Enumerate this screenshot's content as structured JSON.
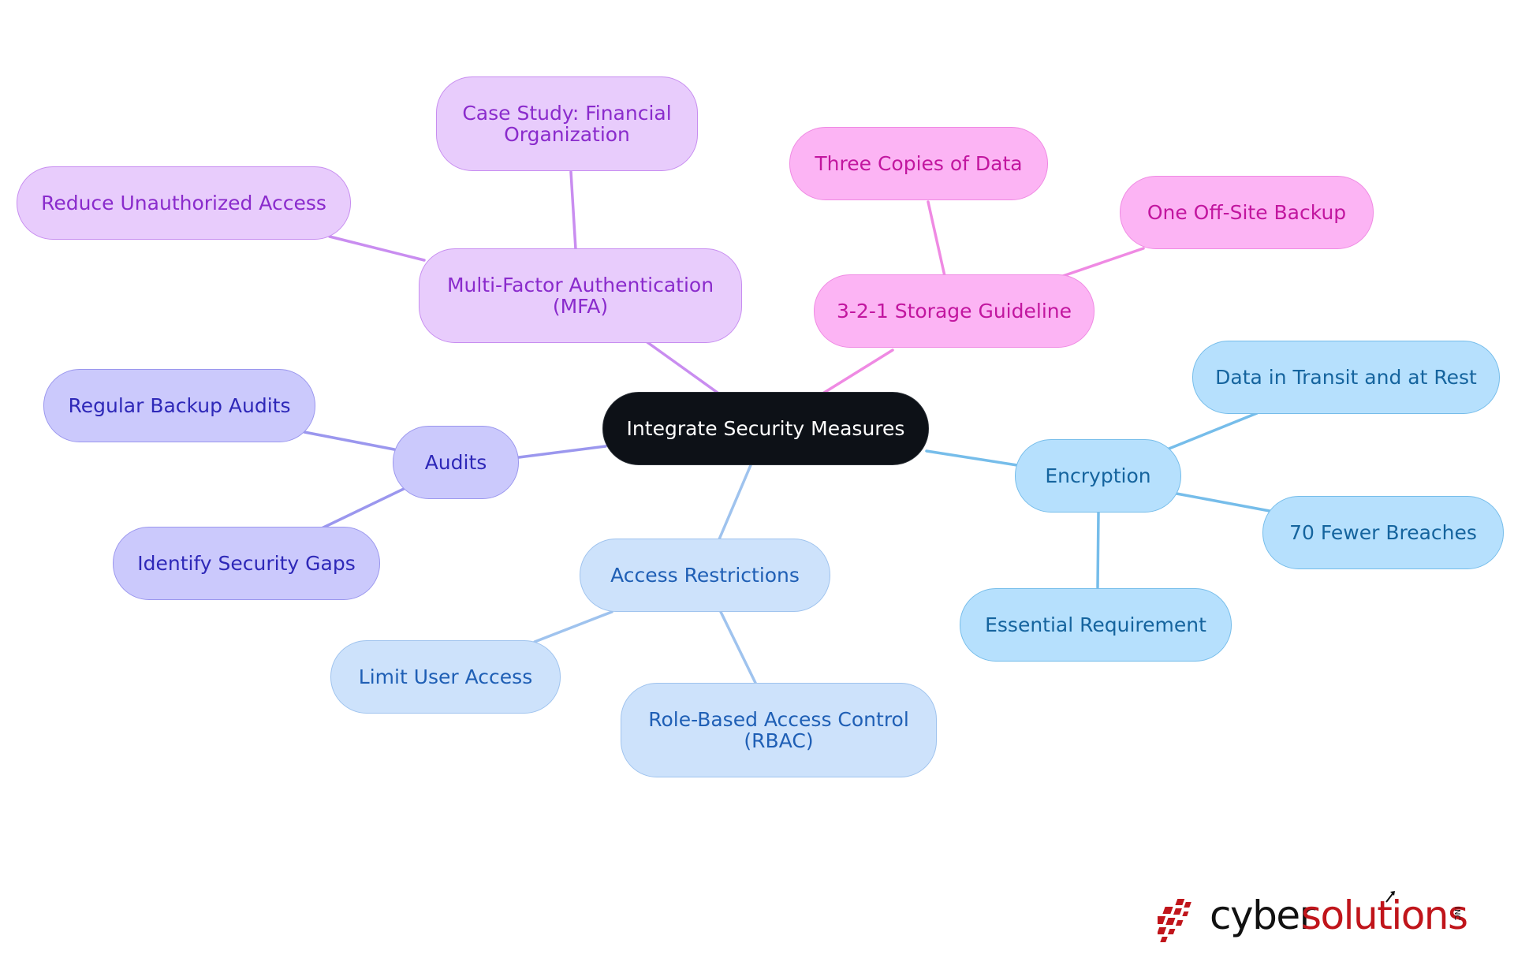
{
  "center": {
    "label": "Integrate Security Measures"
  },
  "branches": {
    "mfa": {
      "label": "Multi-Factor Authentication (MFA)",
      "color": "#e8ccfc",
      "children": [
        "Case Study: Financial Organization",
        "Reduce Unauthorized Access"
      ]
    },
    "storage": {
      "label": "3-2-1 Storage Guideline",
      "color": "#fcb4f4",
      "children": [
        "Three Copies of Data",
        "One Off-Site Backup"
      ]
    },
    "audits": {
      "label": "Audits",
      "color": "#cbc9fc",
      "children": [
        "Regular Backup Audits",
        "Identify Security Gaps"
      ]
    },
    "access": {
      "label": "Access Restrictions",
      "color": "#cde2fb",
      "children": [
        "Limit User Access",
        "Role-Based Access Control (RBAC)"
      ]
    },
    "encryption": {
      "label": "Encryption",
      "color": "#b6e0fd",
      "children": [
        "Data in Transit and at Rest",
        "70 Fewer Breaches",
        "Essential Requirement"
      ]
    }
  },
  "logo": {
    "part1": "cyber",
    "part2": "solutions",
    "suffix": "INC",
    "brand_color": "#c0151b"
  }
}
